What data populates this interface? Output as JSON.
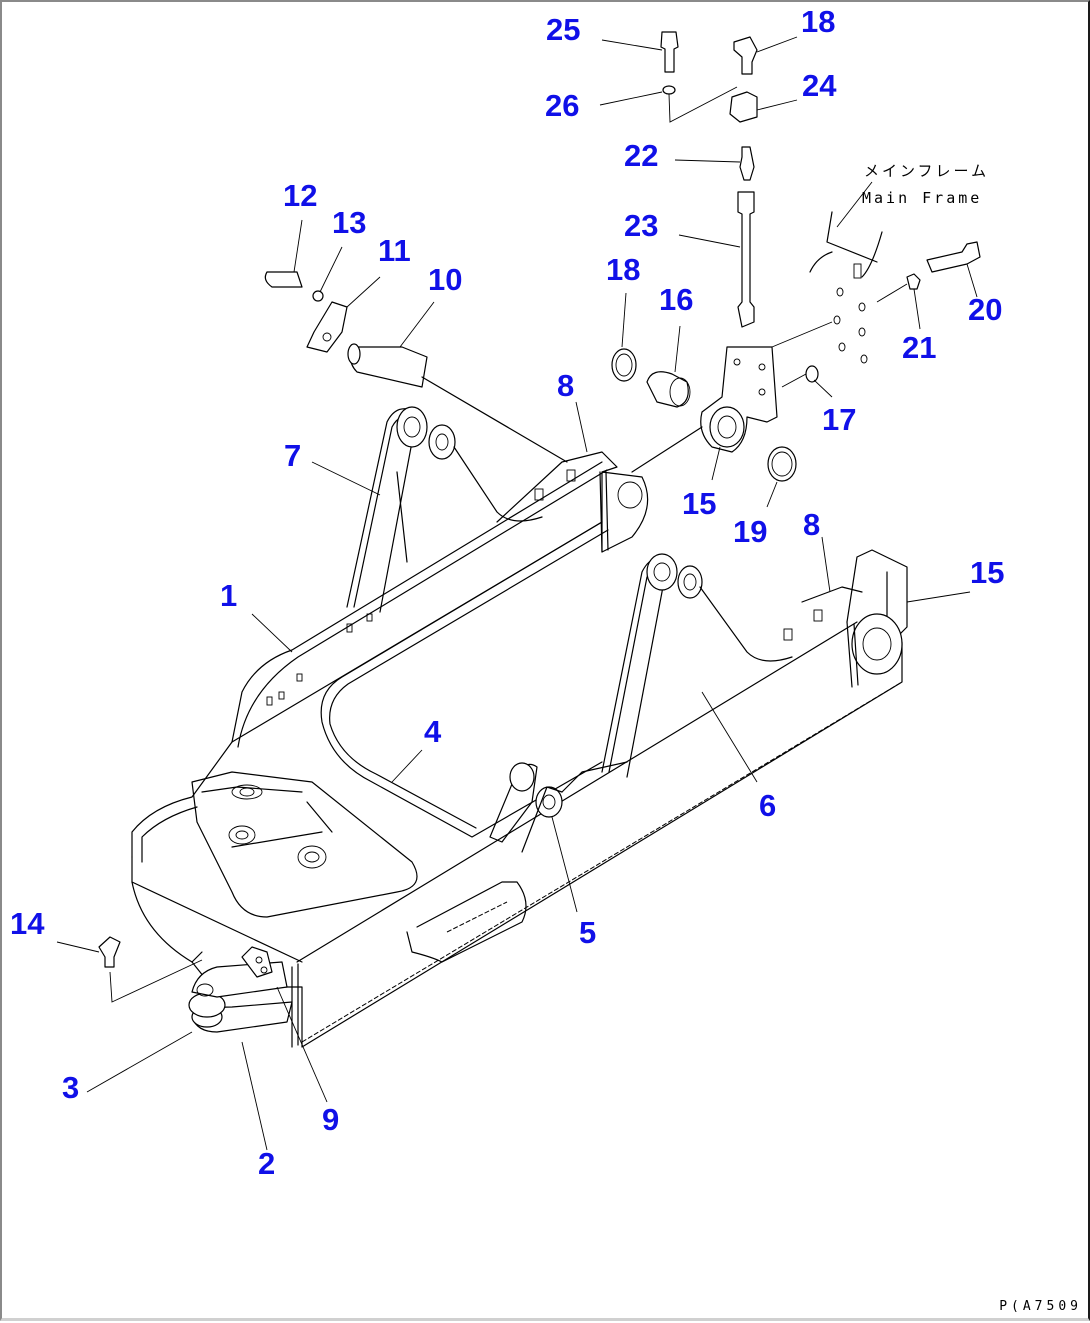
{
  "diagram": {
    "type": "exploded-parts-diagram",
    "accent_color": "#1010e8",
    "callouts": [
      "1",
      "2",
      "3",
      "4",
      "5",
      "6",
      "7",
      "8",
      "8",
      "9",
      "10",
      "11",
      "12",
      "13",
      "14",
      "15",
      "15",
      "16",
      "17",
      "18",
      "18",
      "19",
      "20",
      "21",
      "22",
      "23",
      "24",
      "25",
      "26"
    ],
    "labels": {
      "main_frame_jp": "メインフレーム",
      "main_frame_en": "Main Frame"
    },
    "figure_code": "P(A7509"
  }
}
